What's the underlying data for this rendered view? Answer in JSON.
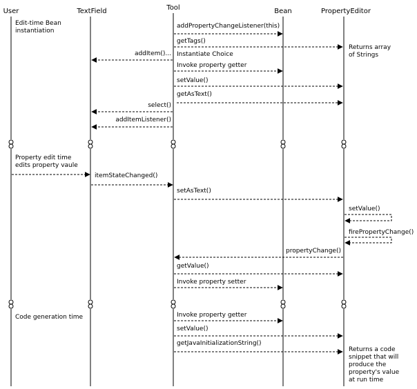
{
  "participants": [
    {
      "id": "user",
      "label": "User"
    },
    {
      "id": "textfield",
      "label": "TextField"
    },
    {
      "id": "tool",
      "label": "Tool"
    },
    {
      "id": "bean",
      "label": "Bean"
    },
    {
      "id": "editor",
      "label": "PropertyEditor"
    }
  ],
  "phases": [
    {
      "id": "edit-time-bean-instantiation",
      "lines": [
        "Edit-time Bean",
        "instantiation"
      ]
    },
    {
      "id": "property-edit-time",
      "lines": [
        "Property edit time",
        "edits property vaule"
      ]
    },
    {
      "id": "code-generation-time",
      "lines": [
        "Code generation time"
      ]
    }
  ],
  "messages": [
    {
      "id": "msg-add-property-change-listener",
      "from": "tool",
      "to": "bean",
      "label": "addPropertyChangeListener(this)"
    },
    {
      "id": "msg-get-tags",
      "from": "tool",
      "to": "editor",
      "label": "getTags()"
    },
    {
      "id": "msg-add-item",
      "from": "tool",
      "to": "textfield",
      "label": "addItem()..."
    },
    {
      "id": "msg-instantiate-choice",
      "from": "tool",
      "to": "tool",
      "label": "Instantiate Choice"
    },
    {
      "id": "msg-invoke-getter-1",
      "from": "tool",
      "to": "bean",
      "label": "Invoke property getter"
    },
    {
      "id": "msg-set-value-1",
      "from": "tool",
      "to": "editor",
      "label": "setValue()"
    },
    {
      "id": "msg-get-as-text",
      "from": "tool",
      "to": "editor",
      "label": "getAsText()"
    },
    {
      "id": "msg-select",
      "from": "tool",
      "to": "textfield",
      "label": "select()"
    },
    {
      "id": "msg-add-item-listener",
      "from": "tool",
      "to": "textfield",
      "label": "addItemListener()"
    },
    {
      "id": "msg-user-edit",
      "from": "user",
      "to": "textfield",
      "label": ""
    },
    {
      "id": "msg-item-state-changed",
      "from": "textfield",
      "to": "tool",
      "label": "itemStateChanged()"
    },
    {
      "id": "msg-set-as-text",
      "from": "tool",
      "to": "editor",
      "label": "setAsText()"
    },
    {
      "id": "msg-self-set-value",
      "from": "editor",
      "to": "editor",
      "label": "setValue()"
    },
    {
      "id": "msg-fire-property-change",
      "from": "editor",
      "to": "editor",
      "label": "firePropertyChange()"
    },
    {
      "id": "msg-property-change",
      "from": "editor",
      "to": "tool",
      "label": "propertyChange()"
    },
    {
      "id": "msg-get-value-1",
      "from": "tool",
      "to": "editor",
      "label": "getValue()"
    },
    {
      "id": "msg-invoke-setter",
      "from": "tool",
      "to": "bean",
      "label": "Invoke property setter"
    },
    {
      "id": "msg-invoke-getter-2",
      "from": "tool",
      "to": "bean",
      "label": "Invoke property getter"
    },
    {
      "id": "msg-set-value-2",
      "from": "tool",
      "to": "editor",
      "label": "setValue()"
    },
    {
      "id": "msg-get-java-init-string",
      "from": "tool",
      "to": "editor",
      "label": "getJavaInitializationString()"
    }
  ],
  "notes": [
    {
      "id": "note-returns-array",
      "lines": [
        "Returns array",
        "of Strings"
      ]
    },
    {
      "id": "note-returns-code",
      "lines": [
        "Returns a code",
        "snippet that will",
        "produce the",
        "property's value",
        "at run time"
      ]
    }
  ]
}
